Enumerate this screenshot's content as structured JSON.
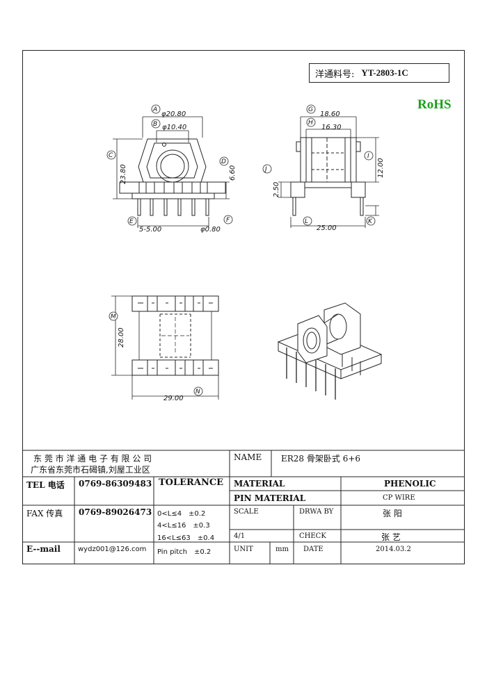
{
  "header": {
    "part_label": "洋通料号:",
    "part_number": "YT-2803-1C",
    "rohs": "RoHS"
  },
  "dimensions": {
    "front": {
      "a": "20.80",
      "b": "10.40",
      "c": "23.80",
      "d": "6.60",
      "e": "5-5.00",
      "f": "0.80",
      "circle_a": "A",
      "circle_b": "B",
      "circle_c": "C",
      "circle_d": "D",
      "circle_e": "E",
      "circle_f": "F",
      "phi_prefix": "φ"
    },
    "side": {
      "g": "18.60",
      "h": "16.30",
      "i": "12.00",
      "j": "2.50",
      "l": "25.00",
      "k": "",
      "circle_g": "G",
      "circle_h": "H",
      "circle_i": "I",
      "circle_j": "J",
      "circle_k": "K",
      "circle_l": "L"
    },
    "bottom": {
      "m": "28.00",
      "n": "29.00",
      "circle_m": "M",
      "circle_n": "N"
    }
  },
  "title_block": {
    "company": "东 莞 市 洋 通 电 子 有 限 公 司",
    "address": "广东省东莞市石碣镇,刘屋工业区",
    "name_label": "NAME",
    "name_value": "ER28 骨架卧式 6+6",
    "tel_label": "TEL 电话",
    "tel_value": "0769-86309483",
    "tolerance_label": "TOLERANCE",
    "material_label": "MATERIAL",
    "material_value": "PHENOLIC",
    "pin_material_label": "PIN MATERIAL",
    "pin_material_value": "CP WIRE",
    "fax_label": "FAX 传真",
    "fax_value": "0769-89026473",
    "tol_1": "0<L≤4　±0.2",
    "tol_2": "4<L≤16　±0.3",
    "tol_3": "16<L≤63　±0.4",
    "tol_4": "Pin pitch　±0.2",
    "scale_label": "SCALE",
    "scale_value": "4/1",
    "drawby_label": "DRWA BY",
    "drawby_value": "张 阳",
    "check_label": "CHECK",
    "check_value": "张 艺",
    "email_label": "E--mail",
    "email_value": "wydz001@126.com",
    "unit_label": "UNIT",
    "unit_value": "mm",
    "date_label": "DATE",
    "date_value": "2014.03.2"
  },
  "colors": {
    "rohs": "#1aa11a",
    "line": "#222222"
  }
}
